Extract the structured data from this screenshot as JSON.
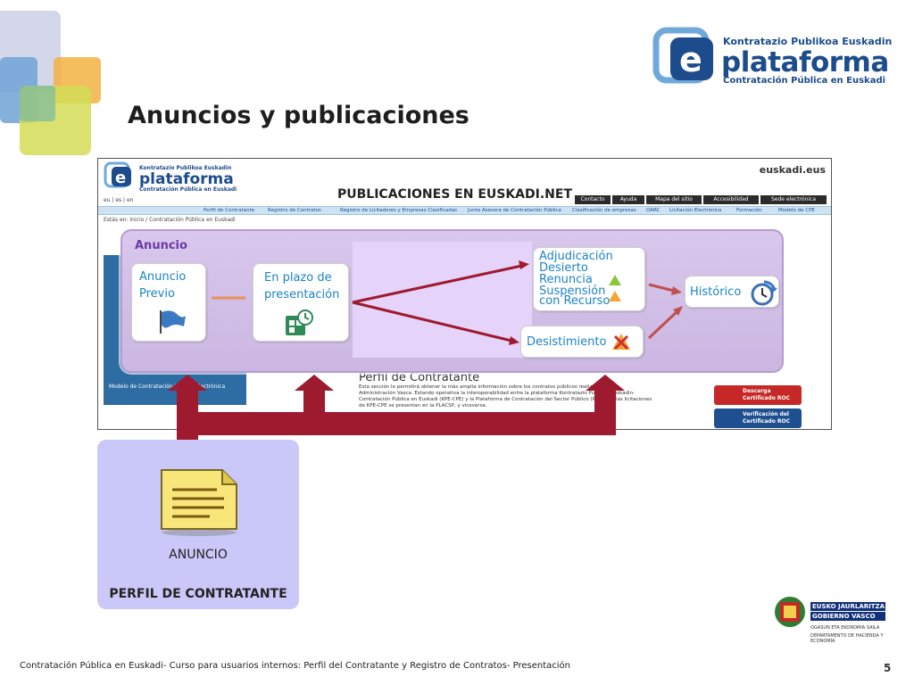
{
  "slide": {
    "title": "Anuncios y publicaciones",
    "footer": "Contratación Pública en Euskadi- Curso para usuarios internos: Perfil del Contratante y Registro de Contratos- Presentación",
    "page_number": "5"
  },
  "logo": {
    "line1": "Kontratazio Publikoa Euskadin",
    "line2": "plataforma",
    "line3": "Contratación Pública en Euskadi"
  },
  "screenshot": {
    "heading": "PUBLICACIONES EN EUSKADI.NET",
    "site_brand": "euskadi.eus",
    "top_links": [
      "Contacto",
      "Ayuda",
      "Mapa del sitio",
      "Accesibilidad",
      "Sede electrónica"
    ],
    "nav_items": [
      "Perfil de Contratante",
      "Registro de Contratos",
      "Registro de Licitadores y Empresas Clasificadas",
      "Junta Asesora de Contratación Pública",
      "Clasificación de empresas",
      "OARC",
      "Licitación Electrónica",
      "Formación",
      "Modelo de CPE"
    ],
    "languages": "eu | es | en",
    "breadcrumb": "Estás en:  Inicio / Contratación Pública en Euskadi",
    "menu_item_bottom": "Modelo de Contratación Pública Electrónica",
    "section_title": "Perfil de Contratante",
    "section_text": "Esta sección le permitirá obtener la más amplia información sobre los contratos públicos realizados por la Administración Vasca. Estando operativa la interoperabilidad entre la plataforma Kontratazio Publikoa Euskadin-Contratación Pública en Euskadi (KPE-CPE) y la Plataforma de Contratación del Sector Público (PLACSP), las licitaciones de KPE-CPE se presentan en la PLACSP, y viceversa.",
    "right_buttons": [
      "Descarga Certificado ROC",
      "Verificación del Certificado ROC"
    ]
  },
  "diagram": {
    "panel_label": "Anuncio",
    "previo_line1": "Anuncio",
    "previo_line2": "Previo",
    "plazo_line1": "En plazo de",
    "plazo_line2": "presentación",
    "adjudicacion": "Adjudicación",
    "desierto": "Desierto",
    "renuncia": "Renuncia",
    "suspension_line1": "Suspensión",
    "suspension_line2": "con Recurso",
    "historico": "Histórico",
    "desistimiento": "Desistimiento"
  },
  "anuncio_card": {
    "doc_label": "ANUNCIO",
    "bottom_label": "PERFIL DE CONTRATANTE"
  },
  "gov_logo": {
    "line1": "EUSKO JAURLARITZA",
    "line2": "GOBIERNO VASCO",
    "line3": "OGASUN ETA EKONOMIA SAILA",
    "line4": "DEPARTAMENTO DE HACIENDA Y ECONOMÍA"
  },
  "colors": {
    "accent_red": "#9e1a2e",
    "panel_purple": "#cbb7e2",
    "link_blue": "#1b83c6",
    "card_lavender": "#c9c8f8"
  }
}
